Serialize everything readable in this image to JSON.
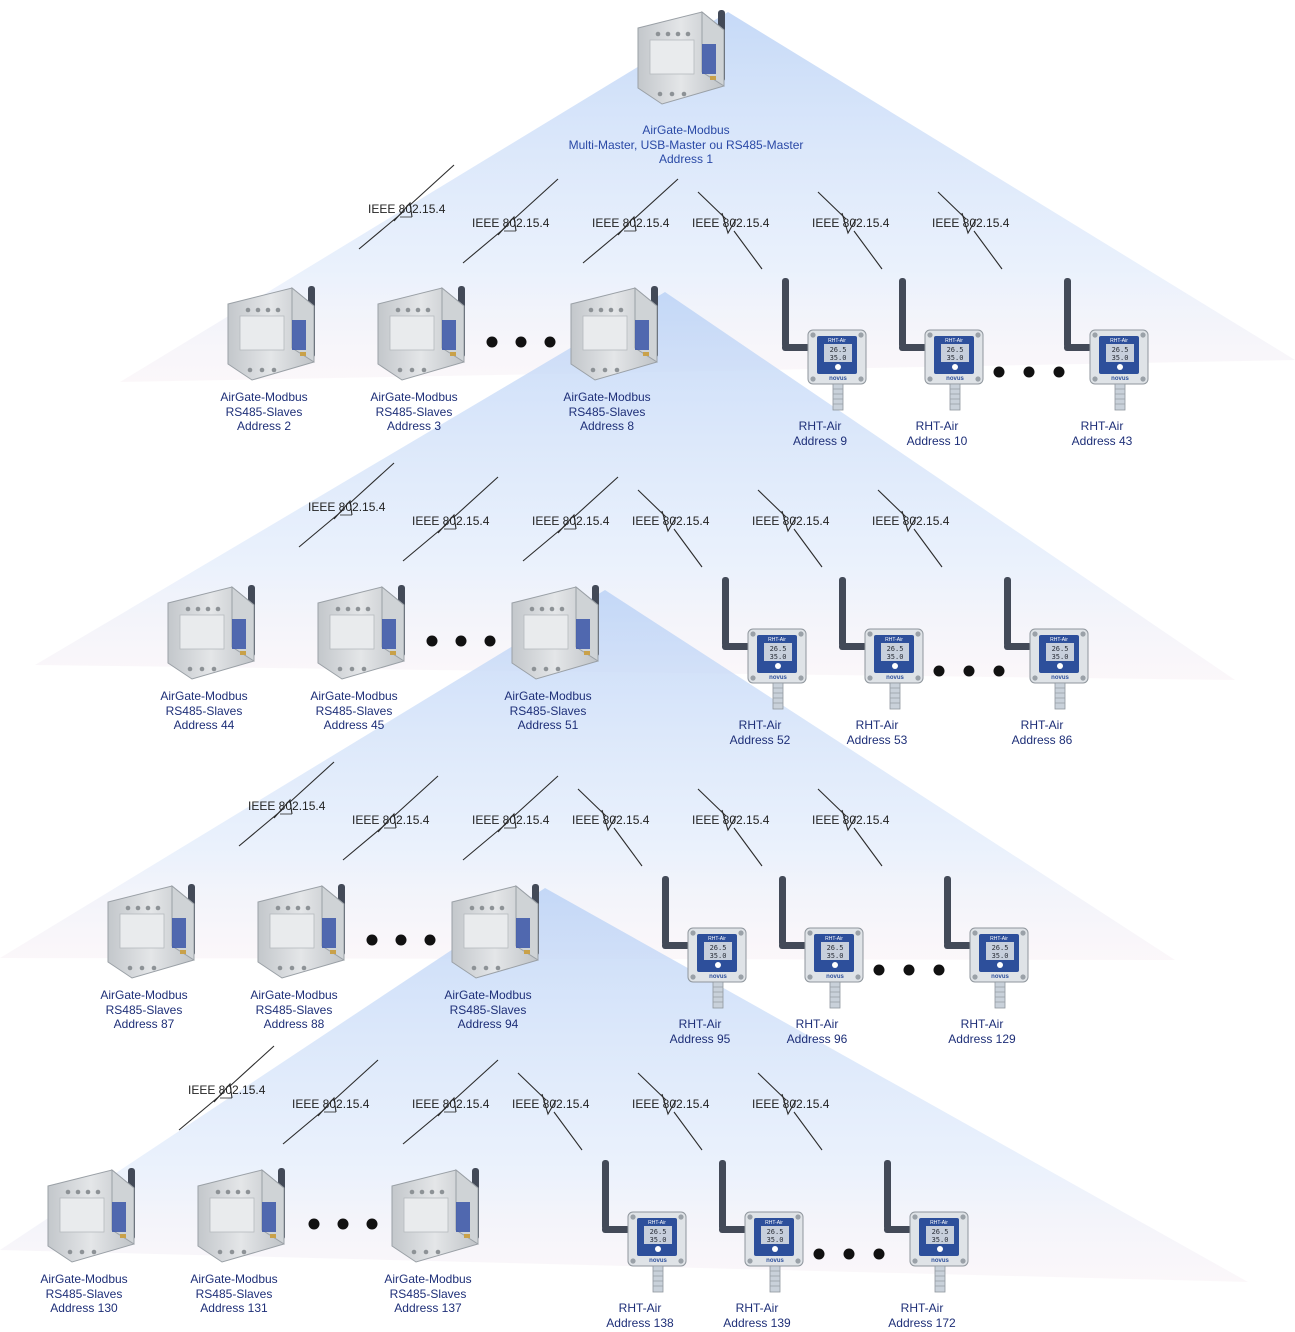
{
  "colors": {
    "coverage": "#c9dcf8",
    "device_label": "#1e2f78",
    "master_label": "#2a49a6",
    "antenna": "#3f4654",
    "gateway_body": "#d7dadd",
    "sensor_accent": "#2d4f9b"
  },
  "protocol_label": "IEEE 802.15.4",
  "master": {
    "name": "AirGate-Modbus",
    "role": "Multi-Master, USB-Master ou RS485-Master",
    "address": "Address 1"
  },
  "tiers": [
    {
      "gateways": [
        {
          "name": "AirGate-Modbus",
          "role": "RS485-Slaves",
          "address": "Address 2"
        },
        {
          "name": "AirGate-Modbus",
          "role": "RS485-Slaves",
          "address": "Address 3"
        },
        {
          "name": "AirGate-Modbus",
          "role": "RS485-Slaves",
          "address": "Address 8"
        }
      ],
      "sensors": [
        {
          "name": "RHT-Air",
          "address": "Address 9"
        },
        {
          "name": "RHT-Air",
          "address": "Address 10"
        },
        {
          "name": "RHT-Air",
          "address": "Address 43"
        }
      ]
    },
    {
      "gateways": [
        {
          "name": "AirGate-Modbus",
          "role": "RS485-Slaves",
          "address": "Address 44"
        },
        {
          "name": "AirGate-Modbus",
          "role": "RS485-Slaves",
          "address": "Address 45"
        },
        {
          "name": "AirGate-Modbus",
          "role": "RS485-Slaves",
          "address": "Address 51"
        }
      ],
      "sensors": [
        {
          "name": "RHT-Air",
          "address": "Address 52"
        },
        {
          "name": "RHT-Air",
          "address": "Address 53"
        },
        {
          "name": "RHT-Air",
          "address": "Address 86"
        }
      ]
    },
    {
      "gateways": [
        {
          "name": "AirGate-Modbus",
          "role": "RS485-Slaves",
          "address": "Address 87"
        },
        {
          "name": "AirGate-Modbus",
          "role": "RS485-Slaves",
          "address": "Address 88"
        },
        {
          "name": "AirGate-Modbus",
          "role": "RS485-Slaves",
          "address": "Address 94"
        }
      ],
      "sensors": [
        {
          "name": "RHT-Air",
          "address": "Address 95"
        },
        {
          "name": "RHT-Air",
          "address": "Address 96"
        },
        {
          "name": "RHT-Air",
          "address": "Address 129"
        }
      ]
    },
    {
      "gateways": [
        {
          "name": "AirGate-Modbus",
          "role": "RS485-Slaves",
          "address": "Address 130"
        },
        {
          "name": "AirGate-Modbus",
          "role": "RS485-Slaves",
          "address": "Address 131"
        },
        {
          "name": "AirGate-Modbus",
          "role": "RS485-Slaves",
          "address": "Address 137"
        }
      ],
      "sensors": [
        {
          "name": "RHT-Air",
          "address": "Address 138"
        },
        {
          "name": "RHT-Air",
          "address": "Address 139"
        },
        {
          "name": "RHT-Air",
          "address": "Address 172"
        }
      ]
    }
  ],
  "sensor_display": {
    "brand": "novus",
    "model": "RHT-Air",
    "line1": "26.5",
    "line2": "35.0"
  }
}
